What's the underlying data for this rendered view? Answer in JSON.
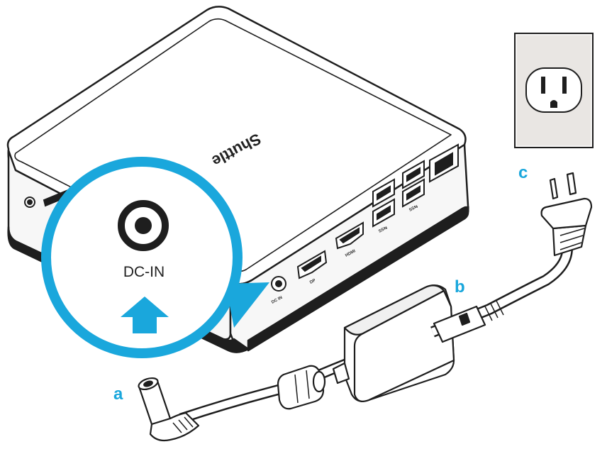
{
  "brand": "Shuttle",
  "dc_in_label": "DC-IN",
  "callouts": {
    "a": "a",
    "b": "b",
    "c": "c"
  },
  "port_labels": {
    "dc_in": "DC IN",
    "dp": "DP",
    "hdmi": "HDMI",
    "usb_left": "SS⇆",
    "usb_right": "SS⇆"
  },
  "colors": {
    "accent": "#1aa7dc",
    "line": "#1e1e1e",
    "body": "#ffffff",
    "shade": "#e6e6e6",
    "outlet_plate": "#e9e6e3"
  }
}
